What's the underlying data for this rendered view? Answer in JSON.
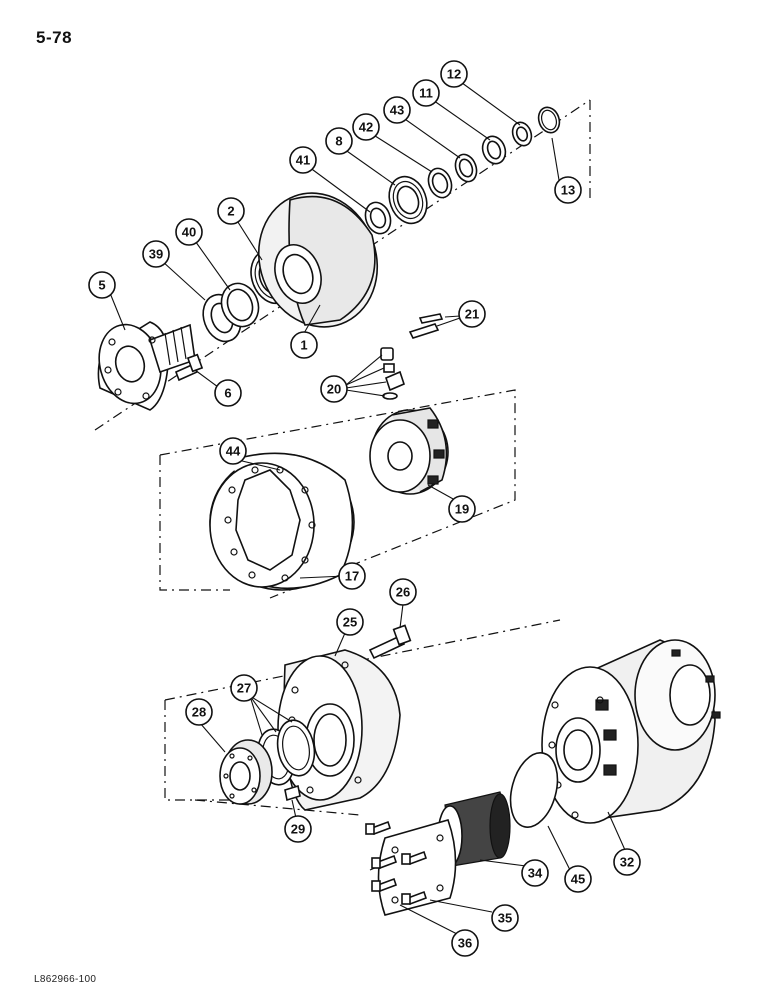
{
  "page_number": "5-78",
  "doc_code": "L862966-100",
  "callouts": {
    "c1": "1",
    "c2": "2",
    "c5": "5",
    "c6": "6",
    "c8": "8",
    "c11": "11",
    "c12": "12",
    "c13": "13",
    "c17": "17",
    "c19": "19",
    "c20": "20",
    "c21": "21",
    "c25": "25",
    "c26": "26",
    "c27": "27",
    "c28": "28",
    "c29": "29",
    "c32": "32",
    "c34": "34",
    "c35": "35",
    "c36": "36",
    "c39": "39",
    "c40": "40",
    "c41": "41",
    "c42": "42",
    "c43": "43",
    "c44": "44",
    "c45": "45"
  }
}
